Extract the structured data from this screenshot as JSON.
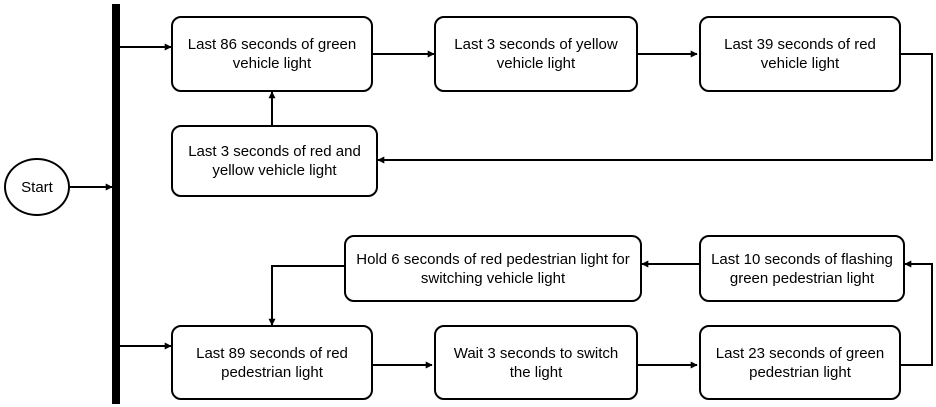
{
  "start": {
    "label": "Start"
  },
  "boxes": {
    "green_vehicle": "Last 86 seconds of green vehicle light",
    "yellow_vehicle": "Last 3 seconds of yellow vehicle light",
    "red_vehicle": "Last 39 seconds of red vehicle light",
    "red_yellow_vehicle": "Last 3 seconds of red and yellow vehicle light",
    "hold_red_pedestrian": "Hold 6 seconds of red pedestrian light for switching vehicle light",
    "flashing_green_pedestrian": "Last 10 seconds of flashing green pedestrian light",
    "red_pedestrian": "Last 89 seconds of red pedestrian light",
    "wait_switch": "Wait 3 seconds to switch the light",
    "green_pedestrian": "Last 23 seconds of green pedestrian light"
  },
  "colors": {
    "stroke": "#000000",
    "fill": "#ffffff",
    "text": "#000000"
  }
}
